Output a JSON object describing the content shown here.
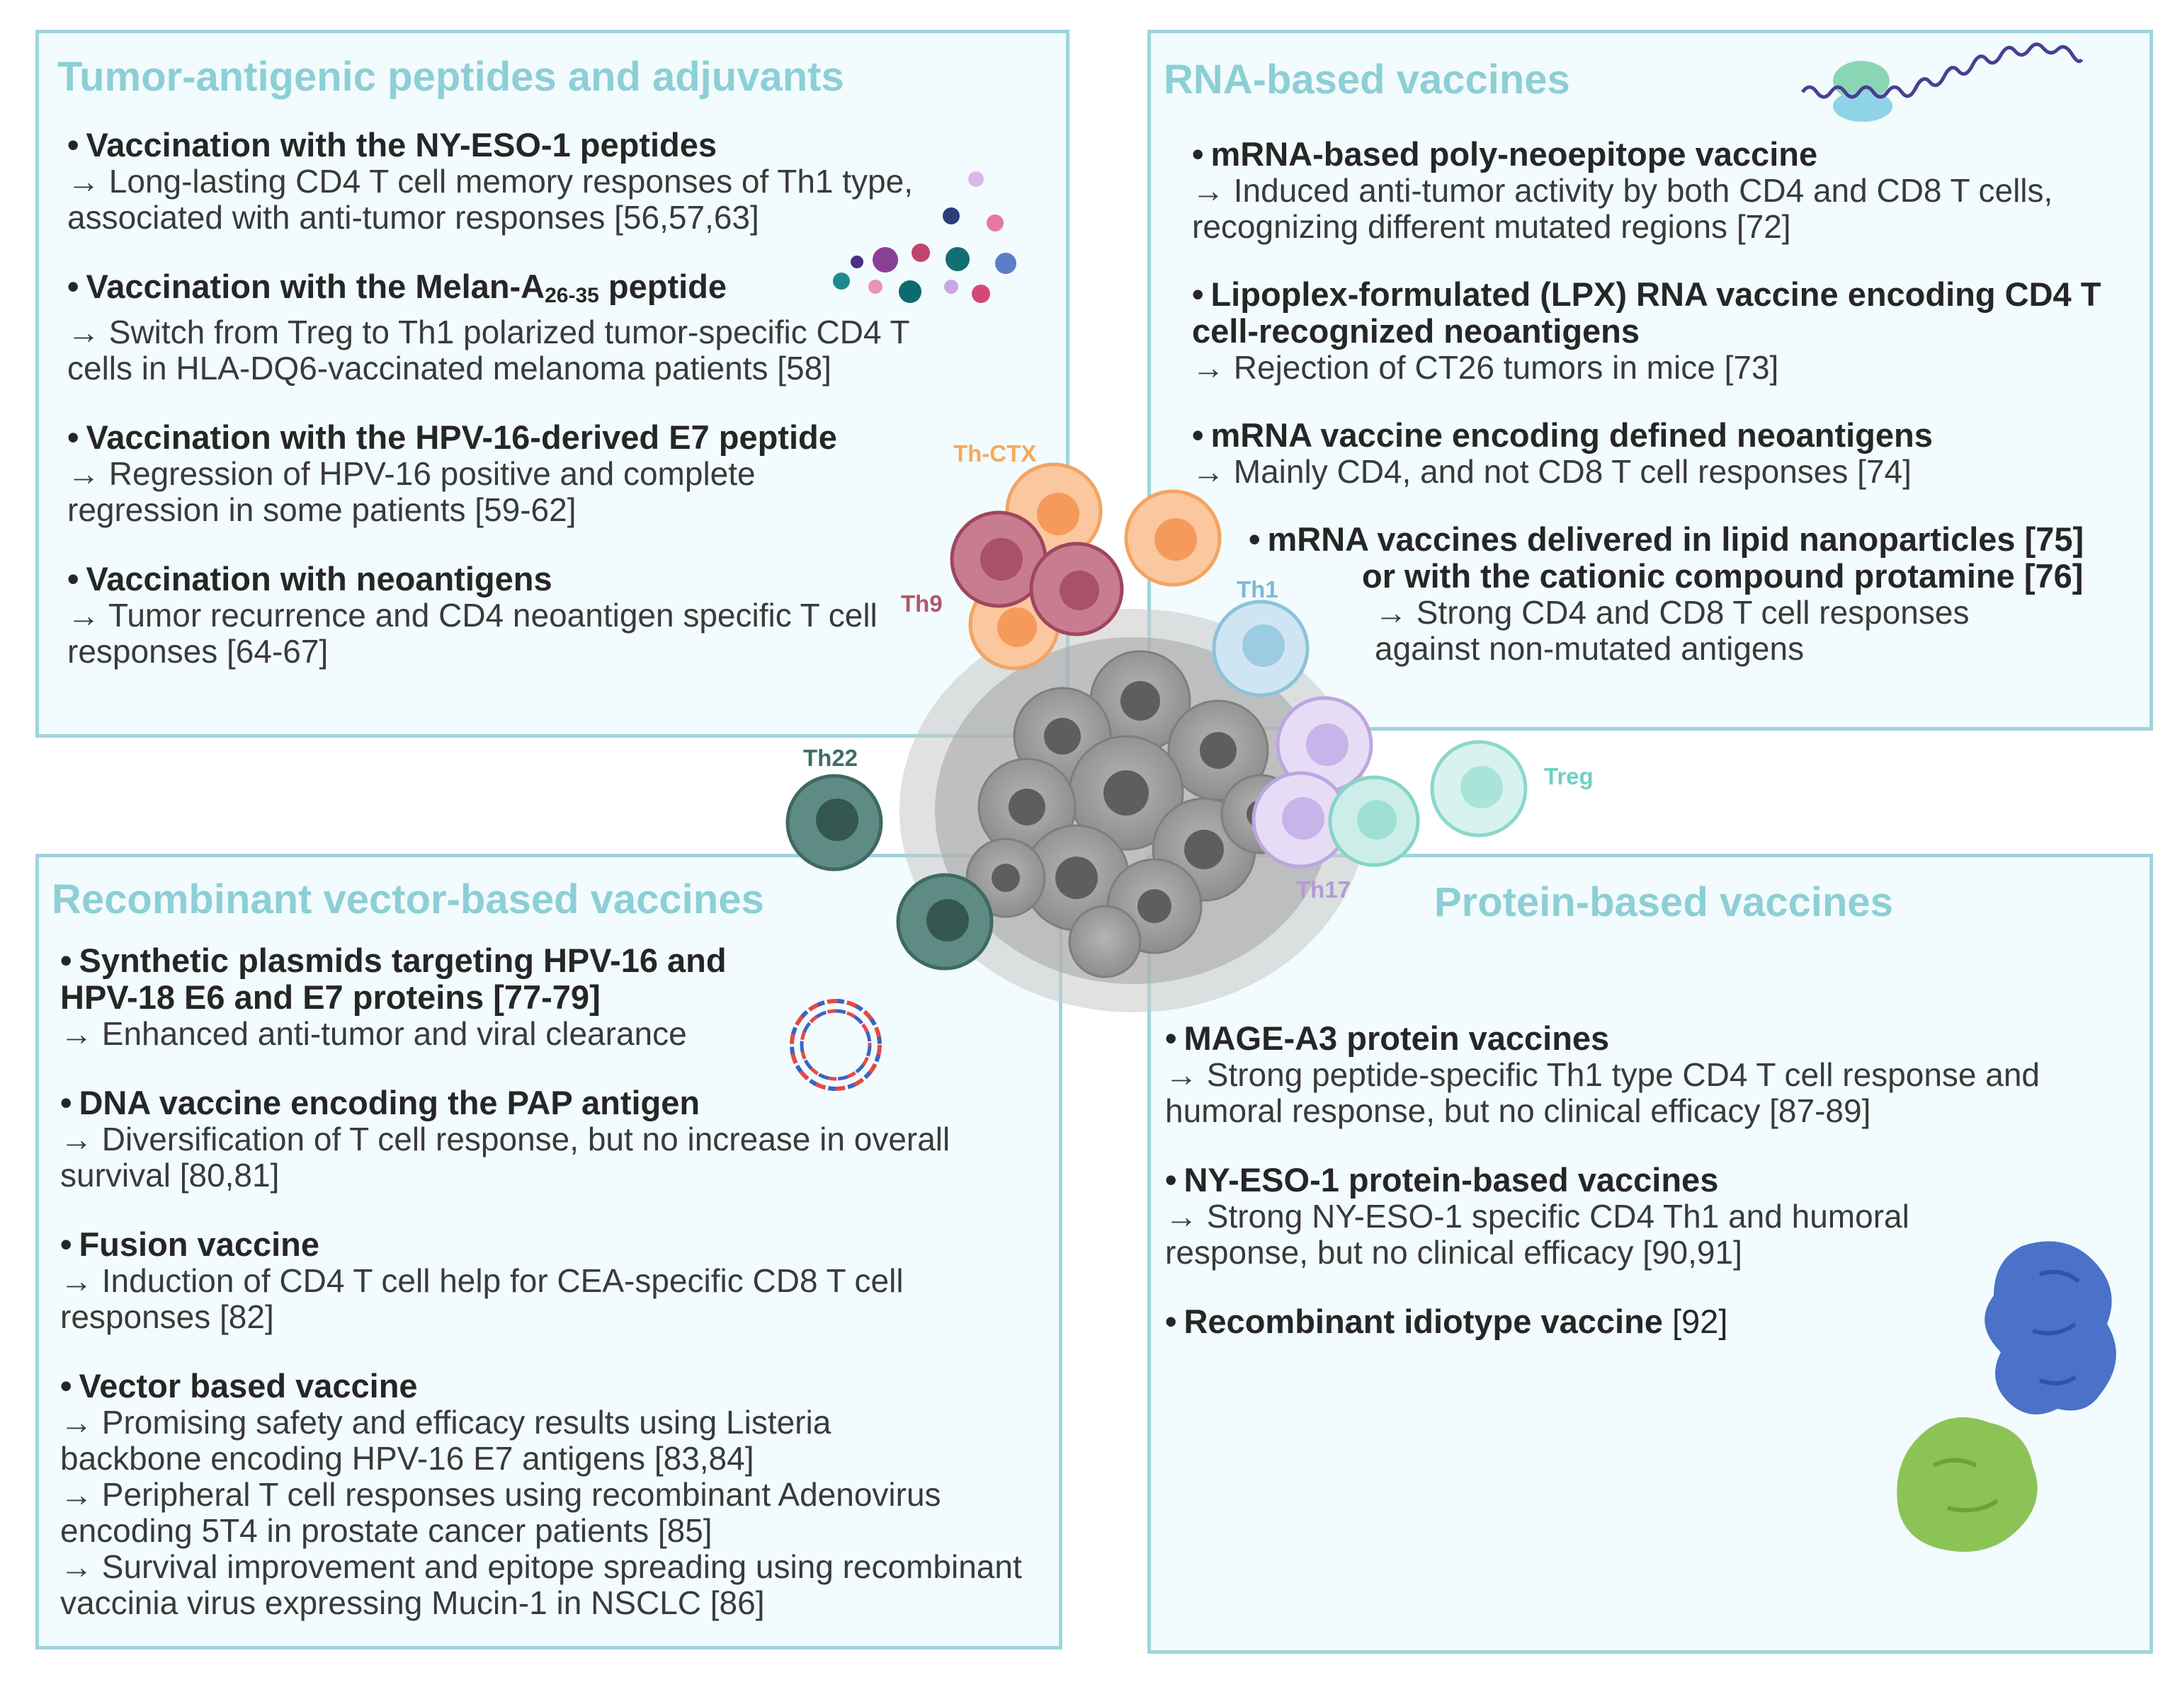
{
  "panels": {
    "peptides": {
      "title": "Tumor-antigenic peptides and adjuvants",
      "entries": [
        {
          "title": "Vaccination with the NY-ESO-1 peptides",
          "body": "→  Long-lasting CD4 T cell memory responses of Th1 type, associated with anti-tumor responses [56,57,63]"
        },
        {
          "title_pre": "Vaccination with the Melan-A",
          "title_sub": "26-35",
          "title_post": " peptide",
          "body": "→ Switch from Treg to Th1 polarized tumor-specific CD4 T cells in HLA-DQ6-vaccinated melanoma patients [58]"
        },
        {
          "title": "Vaccination with the HPV-16-derived  E7 peptide",
          "body": "→ Regression of HPV-16 positive and complete regression in some patients [59-62]"
        },
        {
          "title": "Vaccination with neoantigens",
          "body": "→  Tumor recurrence and CD4 neoantigen specific T cell responses [64-67]"
        }
      ]
    },
    "rna": {
      "title": "RNA-based vaccines",
      "entries": [
        {
          "title": "mRNA-based poly-neoepitope vaccine",
          "body": "→ Induced anti-tumor activity by both CD4 and CD8 T cells, recognizing different mutated regions [72]"
        },
        {
          "title": "Lipoplex-formulated (LPX) RNA vaccine encoding CD4 T cell-recognized neoantigens",
          "body": "→ Rejection of CT26 tumors in mice [73]"
        },
        {
          "title": "mRNA vaccine encoding defined neoantigens",
          "body": "→ Mainly CD4, and not CD8 T cell responses [74]"
        },
        {
          "title_line1": "mRNA vaccines delivered in lipid nanoparticles [75]",
          "title_line2": "or with the cationic compound protamine [76]",
          "body": "→ Strong CD4 and CD8 T cell responses against non-mutated antigens"
        }
      ]
    },
    "vector": {
      "title": "Recombinant vector-based vaccines",
      "entries": [
        {
          "title": "Synthetic plasmids targeting HPV-16 and HPV-18 E6 and E7 proteins [77-79]",
          "body": "→ Enhanced anti-tumor and viral clearance"
        },
        {
          "title": "DNA vaccine encoding the PAP antigen",
          "body": "→ Diversification of T cell response, but no increase in overall survival [80,81]"
        },
        {
          "title": "Fusion vaccine",
          "body": "→ Induction of CD4 T cell help for CEA-specific CD8 T cell responses [82]"
        },
        {
          "title": "Vector based vaccine",
          "body1": "→ Promising safety and efficacy results using Listeria backbone encoding HPV-16 E7 antigens [83,84]",
          "body2": "→ Peripheral T cell responses using recombinant Adenovirus encoding 5T4 in prostate cancer patients [85]",
          "body3": "→ Survival improvement and epitope spreading using recombinant vaccinia virus expressing Mucin-1 in NSCLC [86]"
        }
      ]
    },
    "protein": {
      "title": "Protein-based vaccines",
      "entries": [
        {
          "title": "MAGE-A3 protein vaccines",
          "body": "→ Strong peptide-specific Th1 type CD4 T cell response and humoral response, but no clinical efficacy [87-89]"
        },
        {
          "title": "NY-ESO-1 protein-based vaccines",
          "body": "→ Strong NY-ESO-1 specific CD4 Th1 and humoral response, but no clinical efficacy [90,91]"
        },
        {
          "title": "Recombinant idiotype vaccine",
          "ref": " [92]"
        }
      ]
    }
  },
  "cells": {
    "th_ctx": {
      "label": "Th-CTX",
      "color": "#f7a95a"
    },
    "th9": {
      "label": "Th9",
      "color": "#b3566e"
    },
    "th1": {
      "label": "Th1",
      "color": "#7fb8d8"
    },
    "th22": {
      "label": "Th22",
      "color": "#3e6d66"
    },
    "th17": {
      "label": "Th17",
      "color": "#b39ad6"
    },
    "treg": {
      "label": "Treg",
      "color": "#6fd0c2"
    }
  },
  "bullet": "•",
  "colors": {
    "panel_title": "#8dcfd6",
    "panel_border": "#9fd4dc",
    "panel_bg": "#f2fbfd"
  }
}
